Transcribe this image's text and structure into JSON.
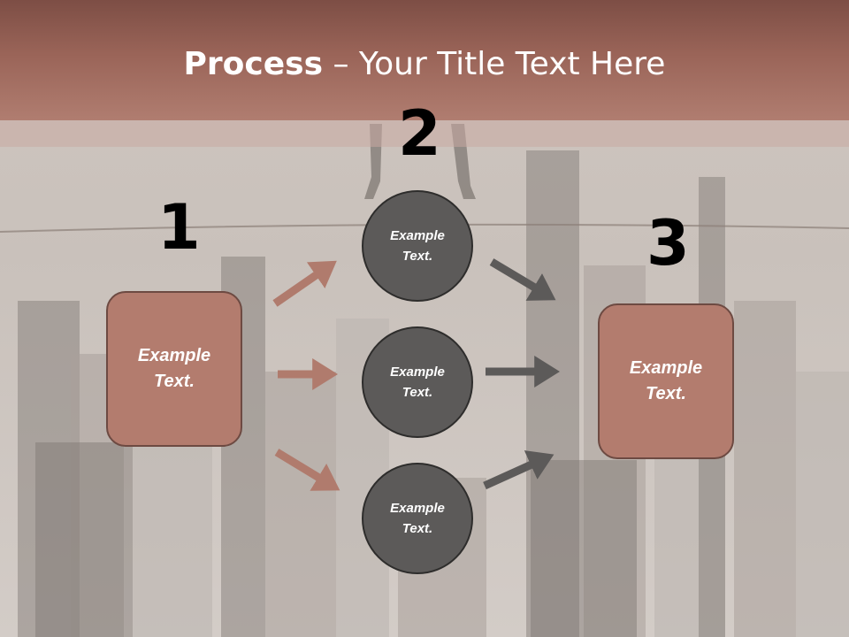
{
  "slide": {
    "title_bold": "Process",
    "title_rest": " – Your Title Text Here"
  },
  "steps": {
    "one": "1",
    "two": "2",
    "three": "3"
  },
  "boxes": {
    "left": {
      "line1": "Example",
      "line2": "Text."
    },
    "right": {
      "line1": "Example",
      "line2": "Text."
    }
  },
  "circles": [
    {
      "line1": "Example",
      "line2": "Text."
    },
    {
      "line1": "Example",
      "line2": "Text."
    },
    {
      "line1": "Example",
      "line2": "Text."
    }
  ],
  "colors": {
    "header": "#9a6458",
    "box_fill": "#b37c6e",
    "circle_fill": "#5c5a59",
    "arrow_left": "#b07b6d",
    "arrow_right": "#5c5a59"
  }
}
